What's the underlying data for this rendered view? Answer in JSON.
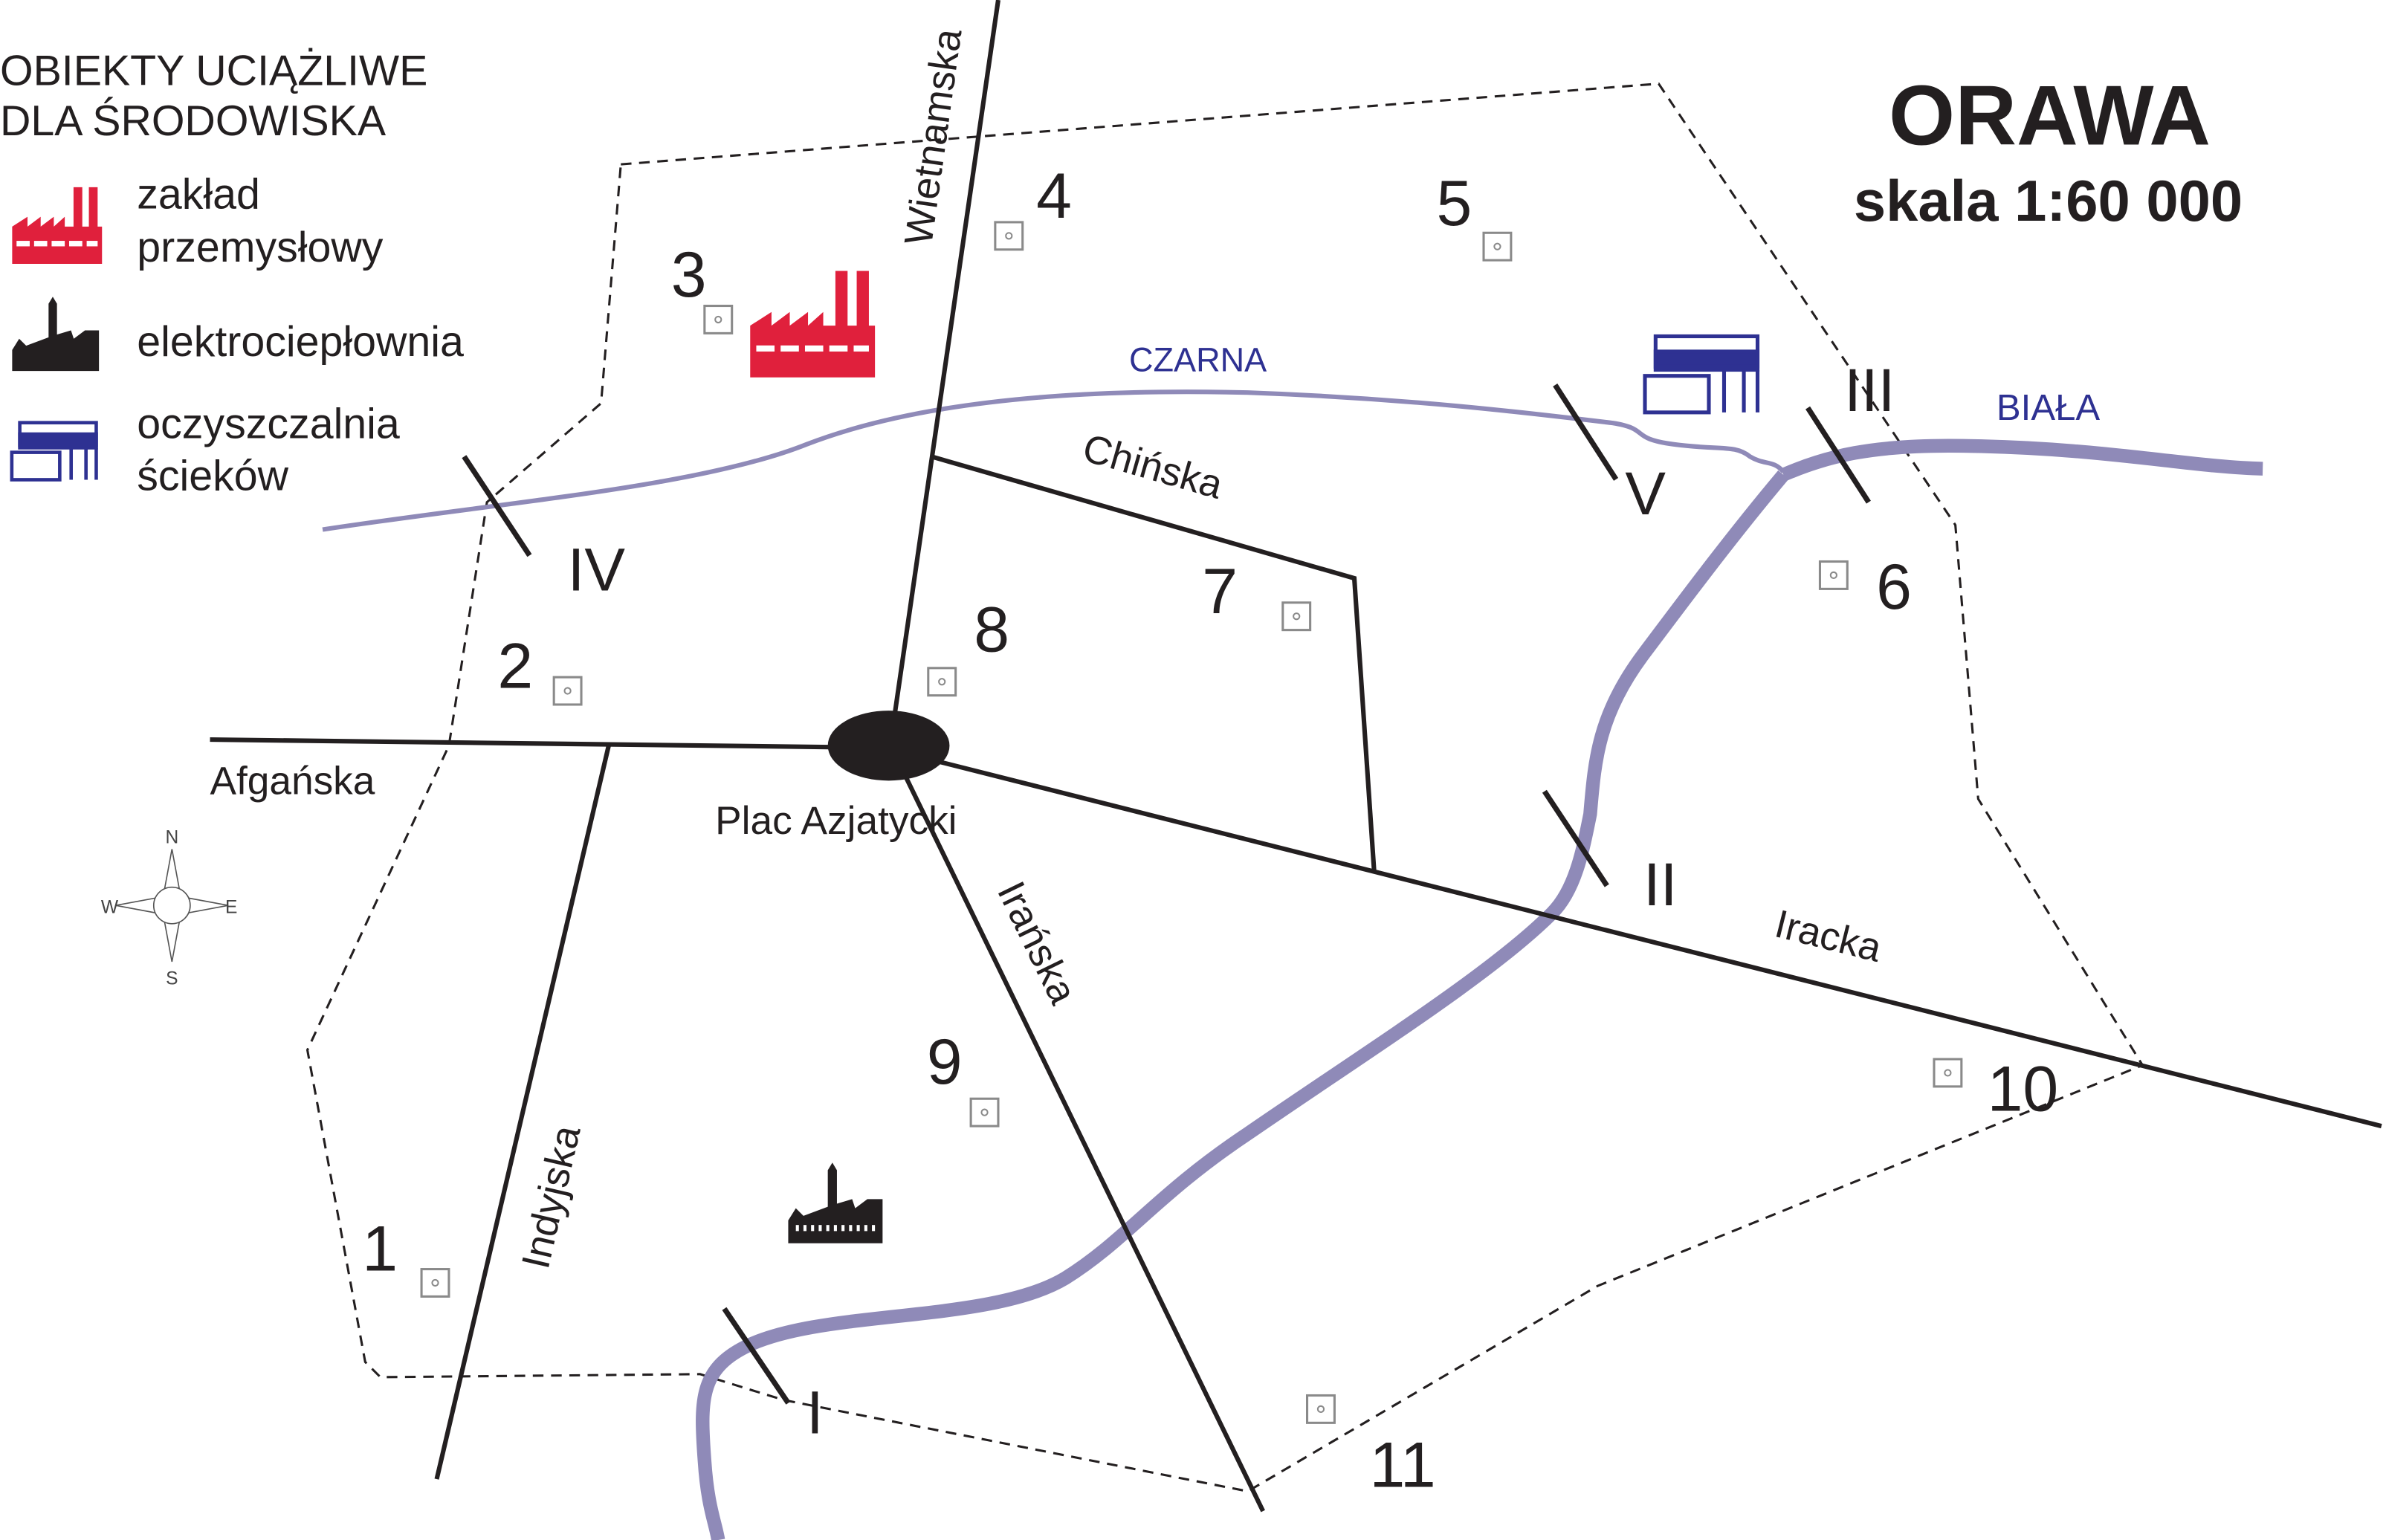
{
  "title": "ORAWA",
  "scale": "skala 1:60 000",
  "legend": {
    "heading_line1": "OBIEKTY UCIĄŻLIWE",
    "heading_line2": "DLA ŚRODOWISKA",
    "items": [
      {
        "icon": "factory-icon",
        "line1": "zakład",
        "line2": "przemysłowy",
        "color": "#e0203c"
      },
      {
        "icon": "power-plant-icon",
        "line1": "elektrociepłownia",
        "color": "#231f20"
      },
      {
        "icon": "sewage-plant-icon",
        "line1": "oczyszczalnia",
        "line2": "ścieków",
        "color": "#2e3192"
      }
    ]
  },
  "streets": {
    "wietnamska": "Wietnamska",
    "chinska": "Chińska",
    "afganska": "Afgańska",
    "iracka": "Iracka",
    "indyjska": "Indyjska",
    "iranska": "Irańska",
    "plac": "Plac Azjatycki"
  },
  "rivers": {
    "czarna": "CZARNA",
    "biala": "BIAŁA",
    "color": "#8f8ab8",
    "label_color": "#2e3192"
  },
  "crossings": [
    "I",
    "II",
    "III",
    "IV",
    "V"
  ],
  "sites": [
    "1",
    "2",
    "3",
    "4",
    "5",
    "6",
    "7",
    "8",
    "9",
    "10",
    "11"
  ],
  "compass": {
    "n": "N",
    "s": "S",
    "e": "E",
    "w": "W"
  }
}
